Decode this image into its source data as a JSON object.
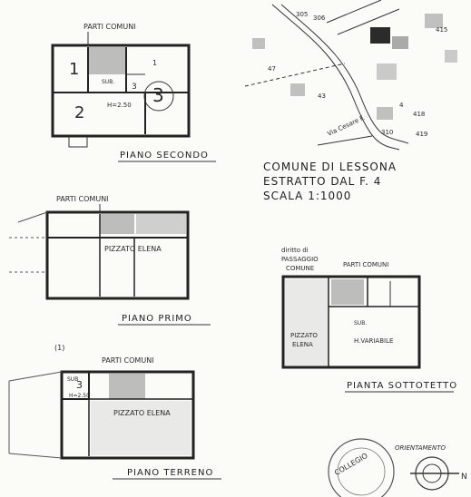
{
  "floors": {
    "secondo": {
      "label": "PIANO SECONDO",
      "parti_comuni": "PARTI COMUNI",
      "room_1": "1",
      "room_2": "2",
      "room_3": "3",
      "room_3_small": "3",
      "room_1_small": "1",
      "stairs_note": "SUB.",
      "height_note": "H=2.50"
    },
    "primo": {
      "label": "PIANO PRIMO",
      "parti_comuni": "PARTI COMUNI",
      "room_text": "PIZZATO ELENA"
    },
    "terreno": {
      "label": "PIANO TERRENO",
      "parti_comuni": "PARTI COMUNI",
      "room_text": "PIZZATO ELENA",
      "room_3": "3",
      "height_note": "H=2.50",
      "corner_mark": "(1)",
      "sub_note": "SUB"
    },
    "sottotetto": {
      "label": "PIANTA SOTTOTETTO",
      "parti_comuni": "PARTI COMUNI",
      "passage_line1": "diritto di",
      "passage_line2": "PASSAGGIO",
      "passage_line3": "COMUNE",
      "room_text_1": "PIZZATO",
      "room_text_2": "ELENA",
      "sub_note": "SUB.",
      "height_note": "H.VARIABILE"
    }
  },
  "cadastral": {
    "line1": "COMUNE DI LESSONA",
    "line2": "ESTRATTO DAL F. 4",
    "line3": "SCALA 1:1000",
    "street": "Via Cesare F.",
    "parcels": [
      "305",
      "306",
      "47",
      "43",
      "418",
      "419",
      "415",
      "310",
      "4"
    ]
  },
  "orientation": {
    "label": "ORIENTAMENTO",
    "north": "N",
    "stamp_text": "COLLEGIO"
  }
}
